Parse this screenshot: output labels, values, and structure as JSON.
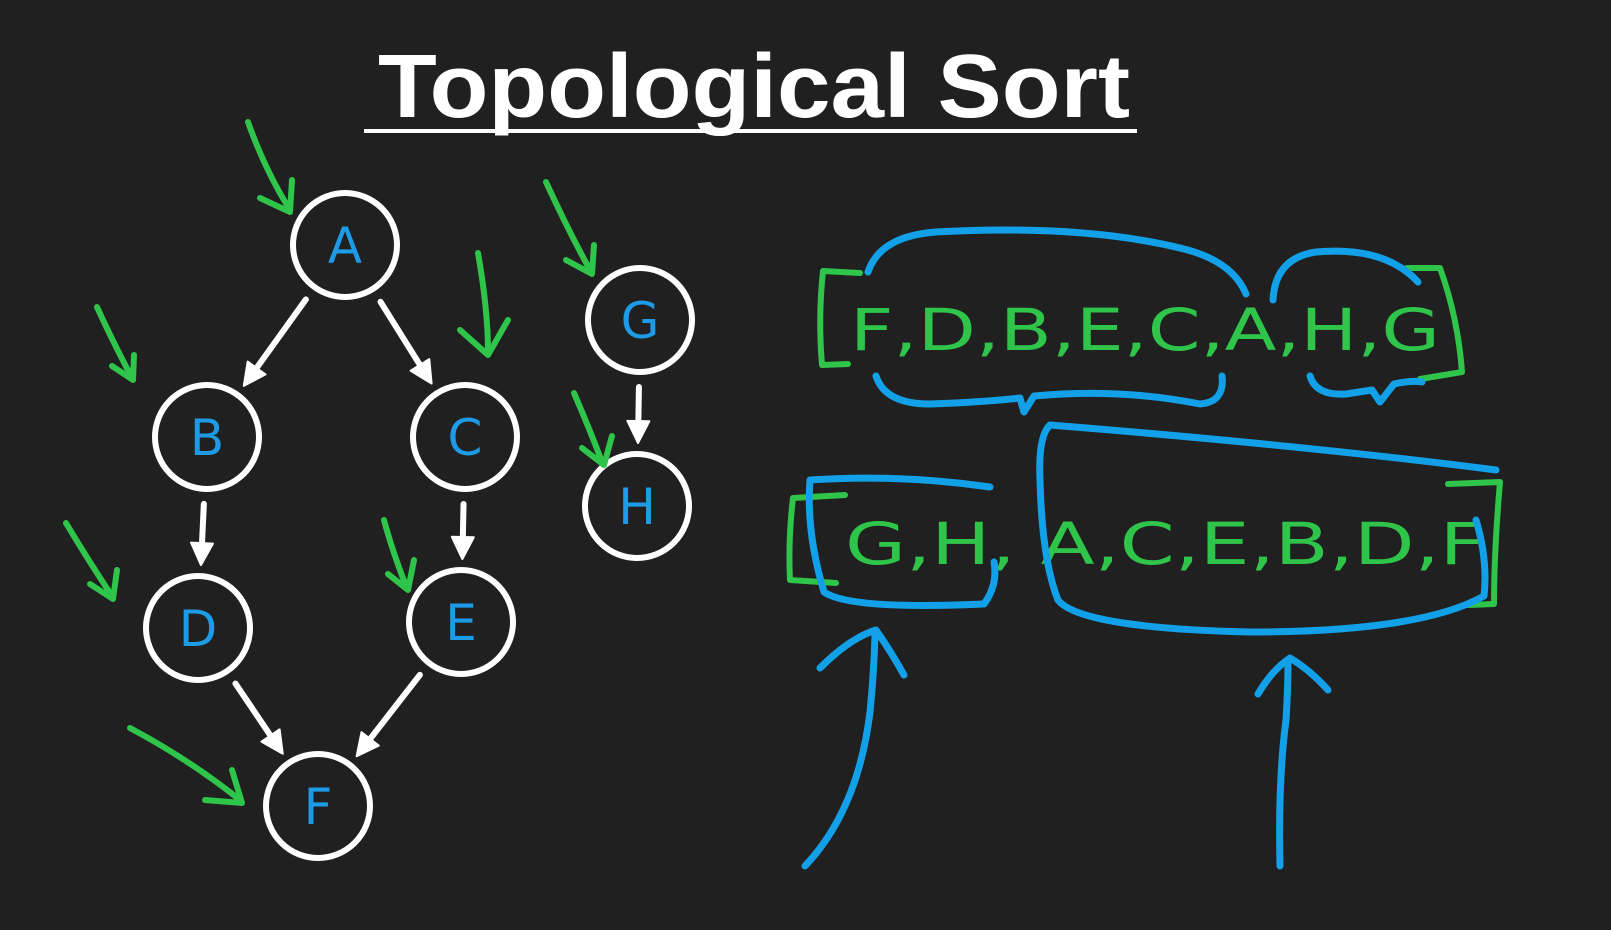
{
  "title": "Topological Sort",
  "colors": {
    "background": "#202020",
    "node_outline": "#ffffff",
    "node_label": "#1e9be6",
    "visited_marker": "#2fc44a",
    "order_text": "#2fc44a",
    "grouping_ink": "#12a0e8"
  },
  "graph": {
    "nodes": [
      {
        "id": "A",
        "label": "A"
      },
      {
        "id": "B",
        "label": "B"
      },
      {
        "id": "C",
        "label": "C"
      },
      {
        "id": "D",
        "label": "D"
      },
      {
        "id": "E",
        "label": "E"
      },
      {
        "id": "F",
        "label": "F"
      },
      {
        "id": "G",
        "label": "G"
      },
      {
        "id": "H",
        "label": "H"
      }
    ],
    "edges": [
      {
        "from": "A",
        "to": "B"
      },
      {
        "from": "A",
        "to": "C"
      },
      {
        "from": "B",
        "to": "D"
      },
      {
        "from": "C",
        "to": "E"
      },
      {
        "from": "D",
        "to": "F"
      },
      {
        "from": "E",
        "to": "F"
      },
      {
        "from": "G",
        "to": "H"
      }
    ],
    "visited_markers": [
      "A",
      "B",
      "C",
      "D",
      "E",
      "F",
      "G",
      "H"
    ]
  },
  "post_order": {
    "text": "F,D,B,E,C,A,H,G",
    "groups": [
      {
        "items": [
          "F",
          "D",
          "B",
          "E",
          "C",
          "A"
        ]
      },
      {
        "items": [
          "H",
          "G"
        ]
      }
    ]
  },
  "topological_order": {
    "text": "G,H, A,C,E,B,D,F",
    "groups": [
      {
        "items": [
          "G",
          "H"
        ]
      },
      {
        "items": [
          "A",
          "C",
          "E",
          "B",
          "D",
          "F"
        ]
      }
    ]
  }
}
